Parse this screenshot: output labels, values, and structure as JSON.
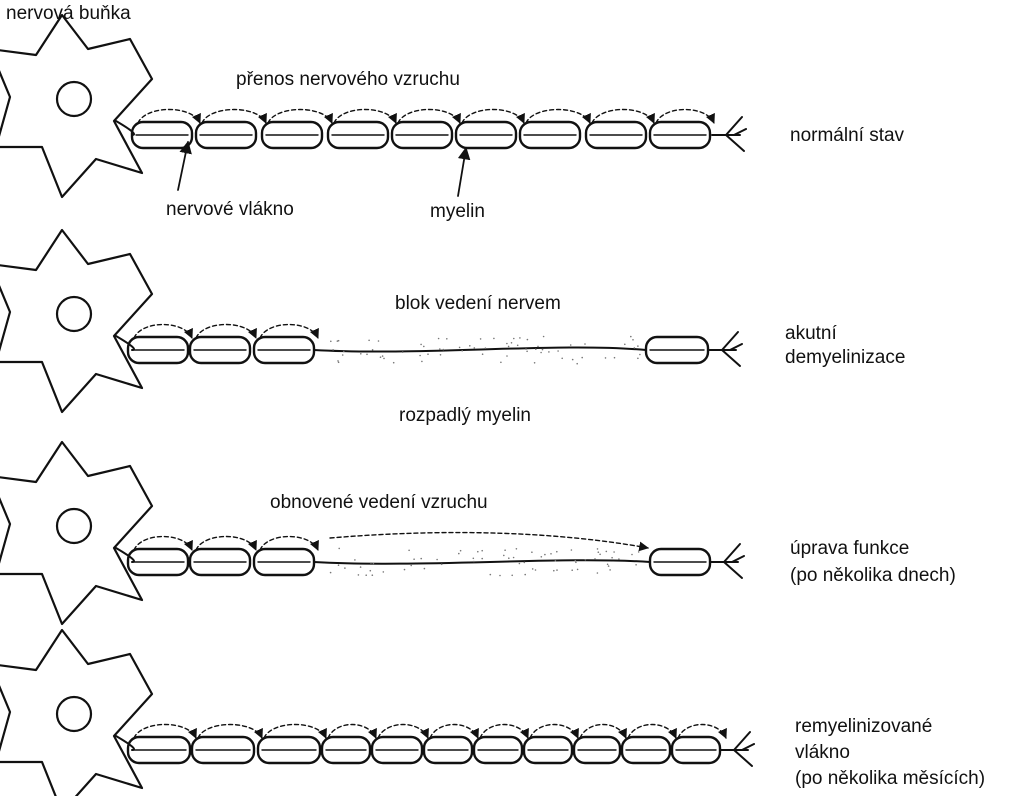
{
  "labels": {
    "nerve_cell": "nervová buňka",
    "impulse_transmission": "přenos nervového vzruchu",
    "nerve_fiber": "nervové vlákno",
    "myelin": "myelin",
    "conduction_block": "blok vedení nervem",
    "broken_myelin": "rozpadlý myelin",
    "restored_conduction": "obnovené vedení vzruchu"
  },
  "stages": [
    {
      "name": "normální stav"
    },
    {
      "name_line1": "akutní",
      "name_line2": "demyelinizace"
    },
    {
      "name_line1": "úprava funkce",
      "name_line2": "(po několika dnech)"
    },
    {
      "name_line1": "remyelinizované",
      "name_line2": "vlákno",
      "name_line3": "(po několika měsících)"
    }
  ],
  "colors": {
    "ink": "#111111",
    "background": "#ffffff",
    "debris": "#777777"
  }
}
